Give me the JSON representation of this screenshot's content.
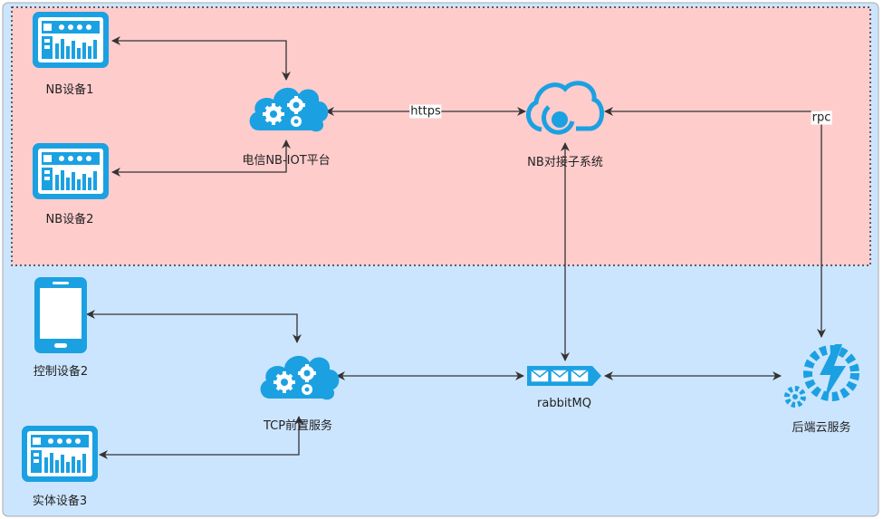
{
  "diagram": {
    "nodes": {
      "nb_device_1": "NB设备1",
      "nb_device_2": "NB设备2",
      "telecom_platform": "电信NB-IOT平台",
      "nb_docking_system": "NB对接子系统",
      "control_device_2": "控制设备2",
      "tcp_front_service": "TCP前置服务",
      "rabbitmq": "rabbitMQ",
      "backend_cloud": "后端云服务",
      "physical_device_3": "实体设备3"
    },
    "edges": {
      "https": "https",
      "rpc": "rpc"
    }
  },
  "colors": {
    "outer_zone": "#cce5ff",
    "inner_zone": "#ffcccc",
    "icon": "#1ba1e2",
    "arrow": "#333333"
  }
}
